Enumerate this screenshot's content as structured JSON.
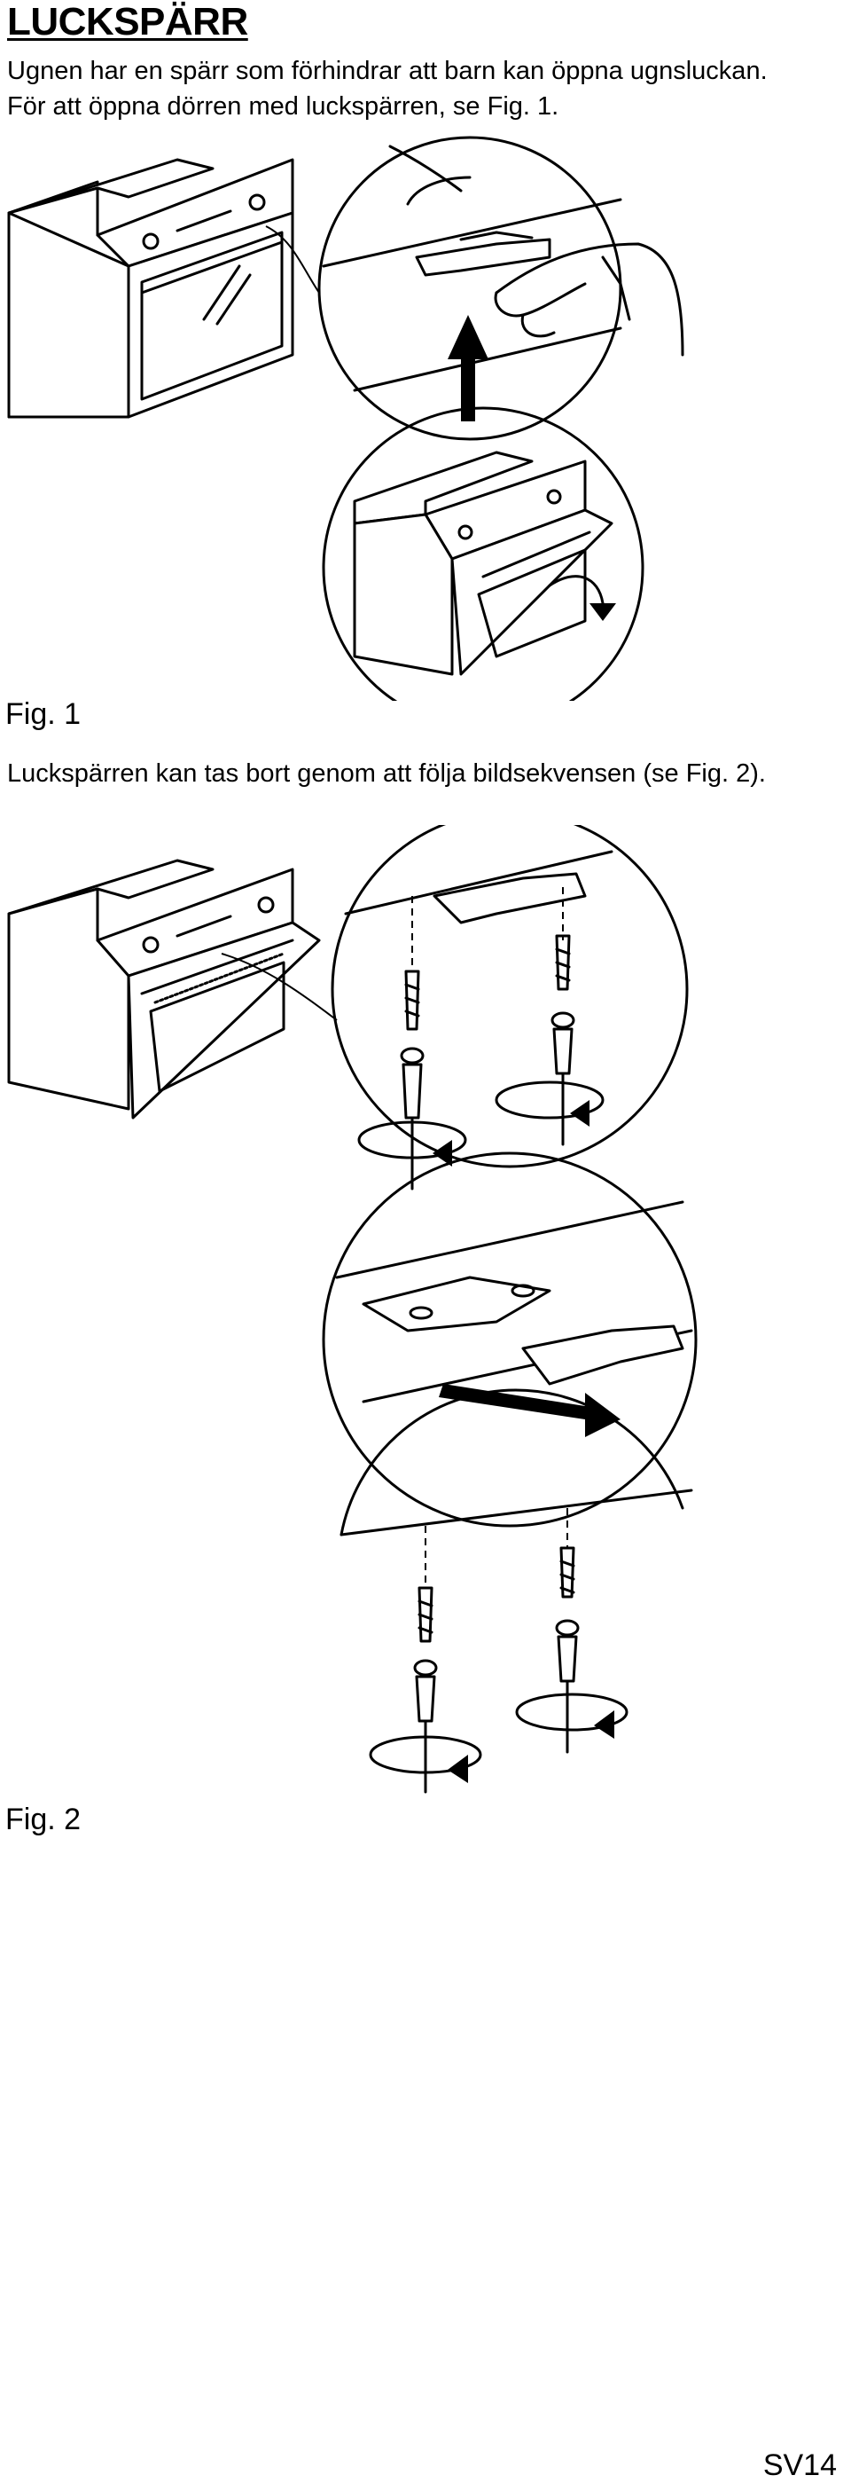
{
  "heading": "LUCKSPÄRR",
  "intro_lines": [
    "Ugnen har en spärr som förhindrar att barn kan öppna ugnsluckan.",
    "För att öppna dörren med luckspärren, se Fig. 1."
  ],
  "figure1": {
    "caption": "Fig. 1",
    "icons": [
      "oven-closed-icon",
      "hand-lifting-latch-icon",
      "up-arrow-icon",
      "oven-door-opening-icon"
    ]
  },
  "paragraph2": "Luckspärren kan tas bort genom att följa bildsekvensen (se Fig. 2).",
  "figure2": {
    "caption": "Fig. 2",
    "icons": [
      "oven-door-open-icon",
      "screwdriver-unscrew-icon",
      "latch-slide-out-icon",
      "screwdriver-remove-screws-icon"
    ]
  },
  "page_number": "SV14"
}
